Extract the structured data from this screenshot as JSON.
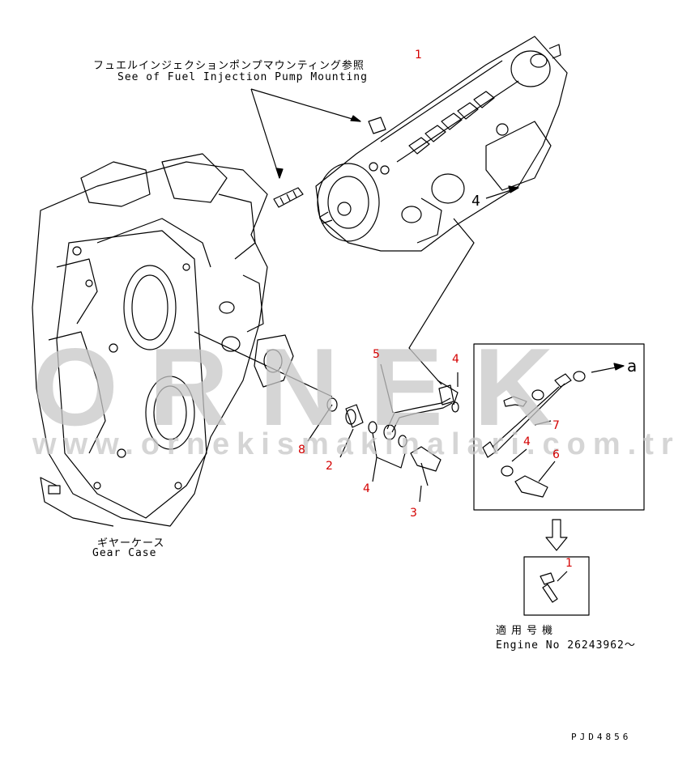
{
  "labels": {
    "fuel_pump_ref_jp": "フュエルインジェクションポンプマウンティング参照",
    "fuel_pump_ref_en": "See of Fuel Injection Pump Mounting",
    "gear_case_jp": "ギヤーケース",
    "gear_case_en": "Gear Case",
    "applicable_jp": "適用号機",
    "engine_no": "Engine No 26243962～",
    "drawing_code": "PJD4856",
    "callout_a": "a",
    "view_ref": "4"
  },
  "watermark": {
    "brand": "ORNEK",
    "url": "www.ornekismakinalari.com.tr"
  },
  "part_numbers": {
    "p1_top": "1",
    "p5": "5",
    "p4_upper": "4",
    "p8": "8",
    "p2": "2",
    "p4_lower": "4",
    "p3": "3",
    "p7": "7",
    "p4_box": "4",
    "p6": "6",
    "p1_engine": "1"
  },
  "colors": {
    "line": "#000000",
    "part_number": "#d40000",
    "watermark": "#c8c8c8",
    "watermark_accent": "#f2c200"
  }
}
